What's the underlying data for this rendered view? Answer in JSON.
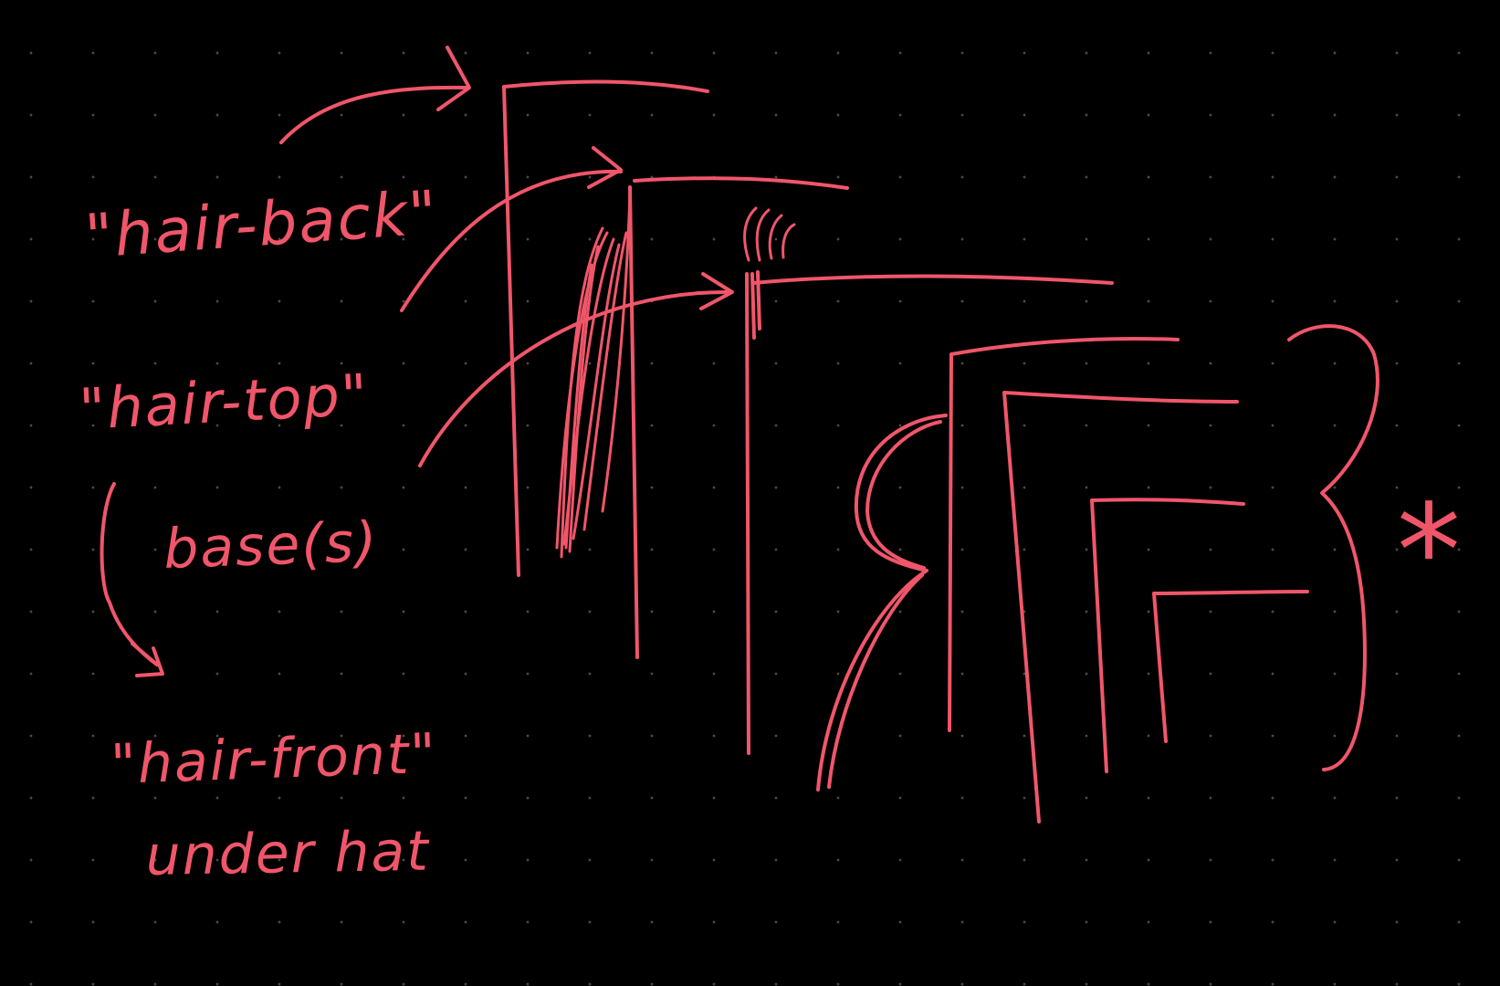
{
  "ink_color": "#F0566A",
  "background_color": "#000000",
  "dot_color": "#4a4a4a",
  "labels": {
    "hair_back": "\"hair-back\"",
    "hair_top": "\"hair-top\"",
    "bases": "base(s)",
    "hair_front": "\"hair-front\"",
    "under_hat": "under hat"
  },
  "asterisk": "*"
}
